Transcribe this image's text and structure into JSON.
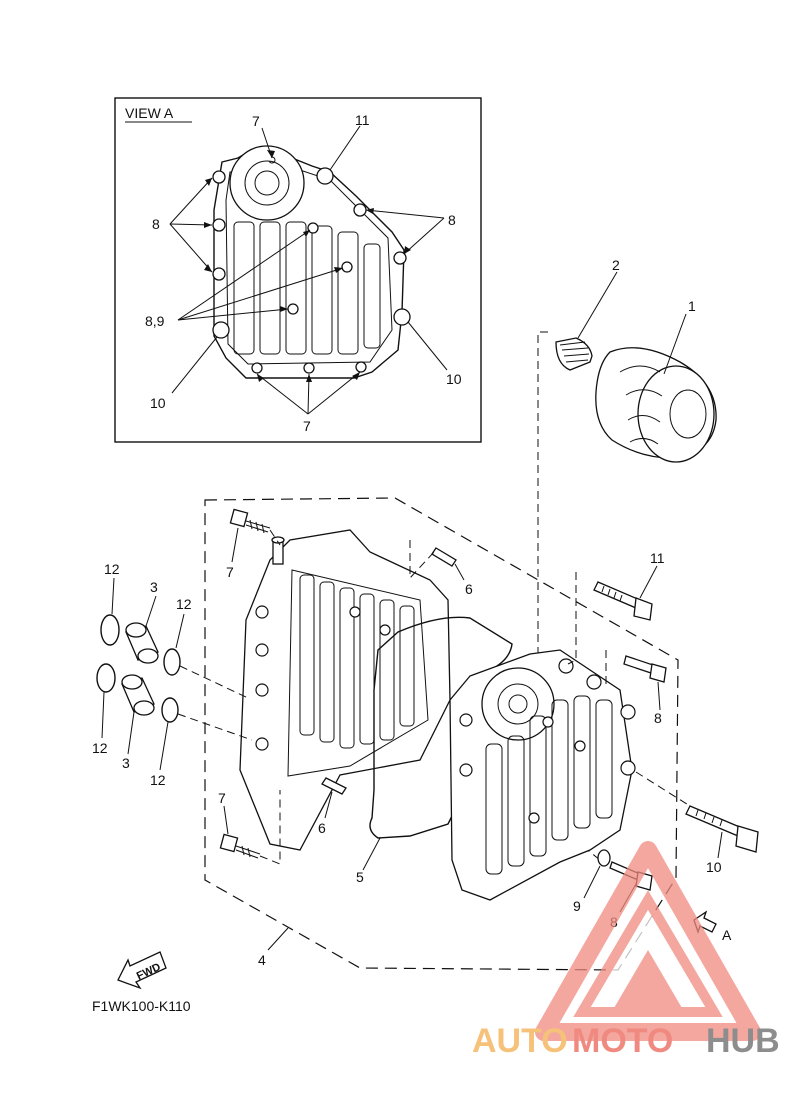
{
  "view_a": {
    "title": "VIEW A",
    "labels": {
      "l7_top": "7",
      "l11": "11",
      "l8_left": "8",
      "l8_right": "8",
      "l89": "8,9",
      "l10_left": "10",
      "l10_right": "10",
      "l7_bottom": "7"
    }
  },
  "callouts": {
    "c1": "1",
    "c2": "2",
    "c3_top": "3",
    "c3_bottom": "3",
    "c4": "4",
    "c5": "5",
    "c6_top": "6",
    "c6_bottom": "6",
    "c7_top": "7",
    "c7_bottom": "7",
    "c8_mid": "8",
    "c8_bottom": "8",
    "c9": "9",
    "c10": "10",
    "c11": "11",
    "c12_a": "12",
    "c12_b": "12",
    "c12_c": "12",
    "c12_d": "12",
    "cA": "A"
  },
  "fwd_label": "FWD",
  "diagram_code": "F1WK100-K110",
  "watermark": {
    "part1": "AUTO",
    "part2": "MOTO",
    "part3": "HUB",
    "color_orange": "#f6c27a",
    "color_red": "#f08a80",
    "color_gray": "#8d8d8d"
  }
}
